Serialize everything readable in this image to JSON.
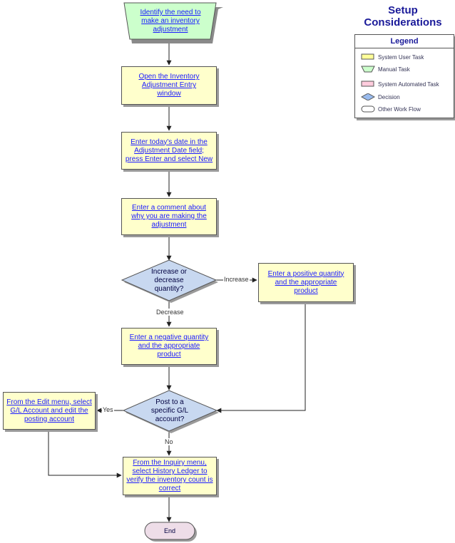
{
  "header": {
    "title_line1": "Setup",
    "title_line2": "Considerations"
  },
  "legend": {
    "title": "Legend",
    "items": [
      {
        "label": "System User Task",
        "symbol": "rectangle",
        "color": "#ffff99"
      },
      {
        "label": "Manual Task",
        "symbol": "trapezoid",
        "color": "#ccffcc"
      },
      {
        "label": "System Automated Task",
        "symbol": "rectangle",
        "color": "#ffccdd"
      },
      {
        "label": "Decision",
        "symbol": "diamond",
        "color": "#99bbee"
      },
      {
        "label": "Other Work Flow",
        "symbol": "oval",
        "color": "#ffffff"
      }
    ]
  },
  "colors": {
    "task_fill": "#ffffcc",
    "manual_fill": "#ccffcc",
    "decision_fill": "#c8d8f0",
    "end_fill": "#eedde8",
    "link_text": "#1a1aff",
    "title": "#1a1a99"
  },
  "flow": {
    "start": {
      "label": "Identify the need to make an inventory adjustment",
      "shape": "manual-task"
    },
    "step_open": {
      "label": "Open the Inventory Adjustment Entry window"
    },
    "step_date": {
      "label": "Enter today's date in the Adjustment Date field; press Enter and select New"
    },
    "step_comment": {
      "label": "Enter a comment about why you are making the adjustment"
    },
    "decision_direction": {
      "label": "Increase or decrease quantity?",
      "yes_branch": "Increase",
      "no_branch": "Decrease"
    },
    "step_positive": {
      "label": "Enter a positive quantity and the appropriate product"
    },
    "step_negative": {
      "label": "Enter a negative quantity and the appropriate product"
    },
    "decision_gl": {
      "label": "Post to a specific G/L account?",
      "yes_branch": "Yes",
      "no_branch": "No"
    },
    "step_edit_gl": {
      "label": "From the Edit menu, select G/L Account and edit the posting account"
    },
    "step_history": {
      "label": "From the Inquiry menu, select History Ledger to verify the inventory count is correct"
    },
    "end": {
      "label": "End"
    }
  }
}
